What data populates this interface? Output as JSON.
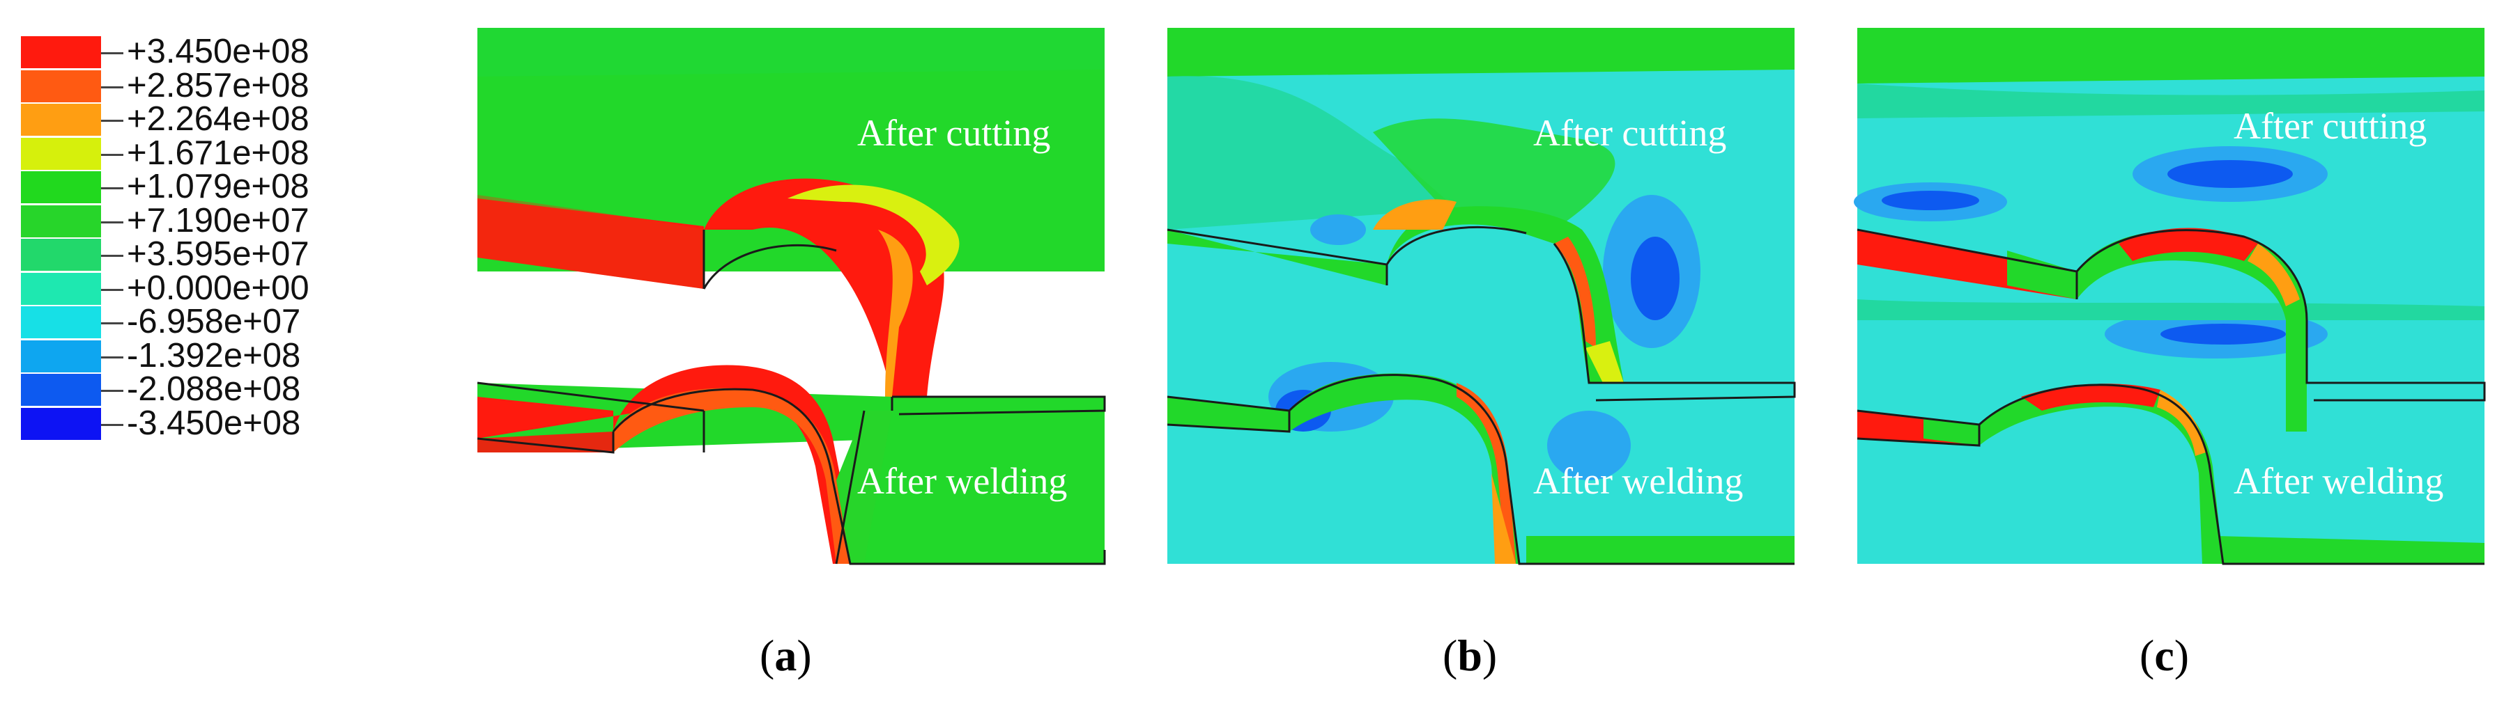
{
  "legend": {
    "labels": [
      "+3.450e+08",
      "+2.857e+08",
      "+2.264e+08",
      "+1.671e+08",
      "+1.079e+08",
      "+7.190e+07",
      "+3.595e+07",
      "+0.000e+00",
      "-6.958e+07",
      "-1.392e+08",
      "-2.088e+08",
      "-3.450e+08"
    ],
    "colors": [
      "#ff1a0e",
      "#ff5a12",
      "#ff9e12",
      "#d6f00c",
      "#21d91e",
      "#27d52a",
      "#22d86b",
      "#1ee8b0",
      "#17e0e6",
      "#0ea6f0",
      "#0d5af0",
      "#0d13f4"
    ]
  },
  "panels": [
    {
      "id": "a",
      "top_label": "After cutting",
      "bottom_label": "After welding",
      "caption_open": "(",
      "caption_letter": "a",
      "caption_close": ")"
    },
    {
      "id": "b",
      "top_label": "After cutting",
      "bottom_label": "After welding",
      "caption_open": "(",
      "caption_letter": "b",
      "caption_close": ")"
    },
    {
      "id": "c",
      "top_label": "After cutting",
      "bottom_label": "After welding",
      "caption_open": "(",
      "caption_letter": "c",
      "caption_close": ")"
    }
  ],
  "colors": {
    "green": "#22d82a",
    "cyan": "#30e0d6",
    "red": "#ff1a0e",
    "orange": "#ff8a10",
    "yellow": "#d9f010",
    "blue": "#0d5af0",
    "darkblue": "#0d13f4",
    "lightblue": "#2aa8f0",
    "edge": "#1a1a1a"
  }
}
